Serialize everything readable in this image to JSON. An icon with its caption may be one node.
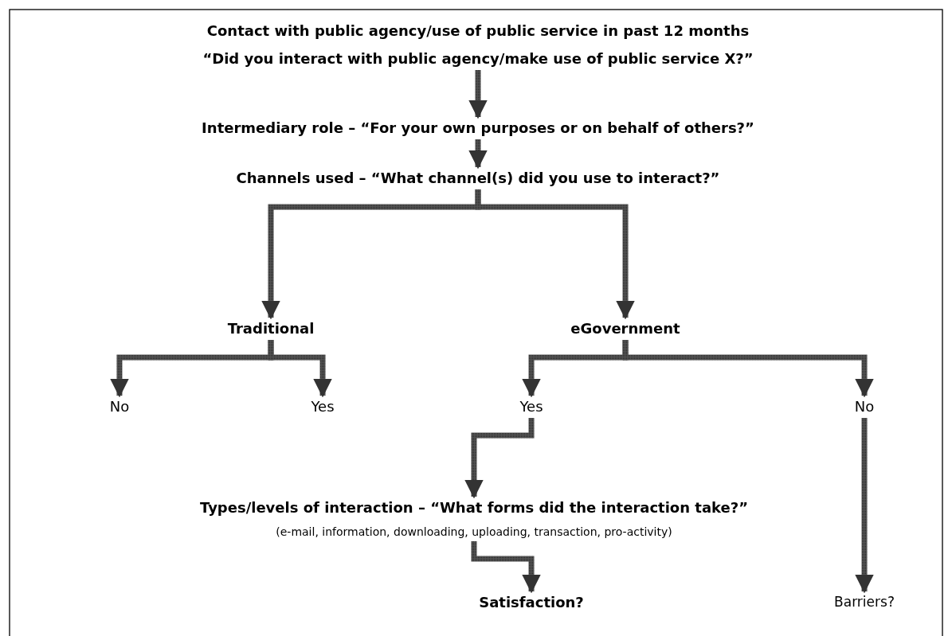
{
  "diagram": {
    "nodes": [
      {
        "text": [
          "Contact with public agency/use of public service in past 12 months",
          "“Did you interact with public agency/make use of public service X?”"
        ]
      },
      {
        "text": [
          "Intermediary role – “For your own purposes or on behalf of others?”"
        ]
      },
      {
        "text": [
          "Channels used – “What channel(s) did you use to interact?”"
        ]
      },
      {
        "text": [
          "Traditional"
        ]
      },
      {
        "text": [
          "eGovernment"
        ]
      },
      {
        "text": [
          "No"
        ]
      },
      {
        "text": [
          "Yes"
        ]
      },
      {
        "text": [
          "Yes"
        ]
      },
      {
        "text": [
          "No"
        ]
      },
      {
        "text": [
          "Types/levels of interaction – “What forms did the interaction take?”",
          "(e-mail, information, downloading, uploading, transaction, pro-activity)"
        ]
      },
      {
        "text": [
          "Satisfaction?"
        ]
      },
      {
        "text": [
          "Barriers?"
        ]
      }
    ],
    "edges": [
      {
        "from": 0,
        "to": 1,
        "arrow": "to"
      },
      {
        "from": 1,
        "to": 2,
        "arrow": "to"
      },
      {
        "from": 2,
        "to": 3,
        "arrow": "to"
      },
      {
        "from": 2,
        "to": 4,
        "arrow": "to"
      },
      {
        "from": 3,
        "to": 5,
        "arrow": "to"
      },
      {
        "from": 3,
        "to": 6,
        "arrow": "to"
      },
      {
        "from": 4,
        "to": 7,
        "arrow": "to"
      },
      {
        "from": 4,
        "to": 8,
        "arrow": "to"
      },
      {
        "from": 7,
        "to": 9,
        "arrow": "to"
      },
      {
        "from": 9,
        "to": 10,
        "arrow": "to"
      },
      {
        "from": 8,
        "to": 11,
        "arrow": "to"
      }
    ]
  }
}
